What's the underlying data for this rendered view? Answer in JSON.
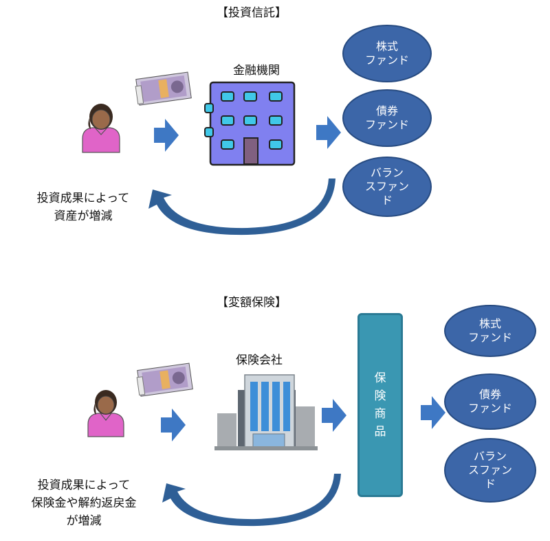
{
  "investment_trust": {
    "title": "【投資信託】",
    "institution_label": "金融機関",
    "result_label": "投資成果によって\n資産が増減",
    "funds": [
      "株式\nファンド",
      "債券\nファンド",
      "バラン\nスファン\nド"
    ]
  },
  "variable_insurance": {
    "title": "【変額保険】",
    "company_label": "保険会社",
    "product_label": "保\n険\n商\n品",
    "result_label": "投資成果によって\n保険金や解約返戻金\nが増減",
    "funds": [
      "株式\nファンド",
      "債券\nファンド",
      "バラン\nスファン\nド"
    ]
  },
  "colors": {
    "fund_oval": "#3c66a8",
    "product_box": "#3a97b2",
    "arrow": "#3e78c4",
    "building": "#8080f0",
    "person": "#e064c8"
  }
}
